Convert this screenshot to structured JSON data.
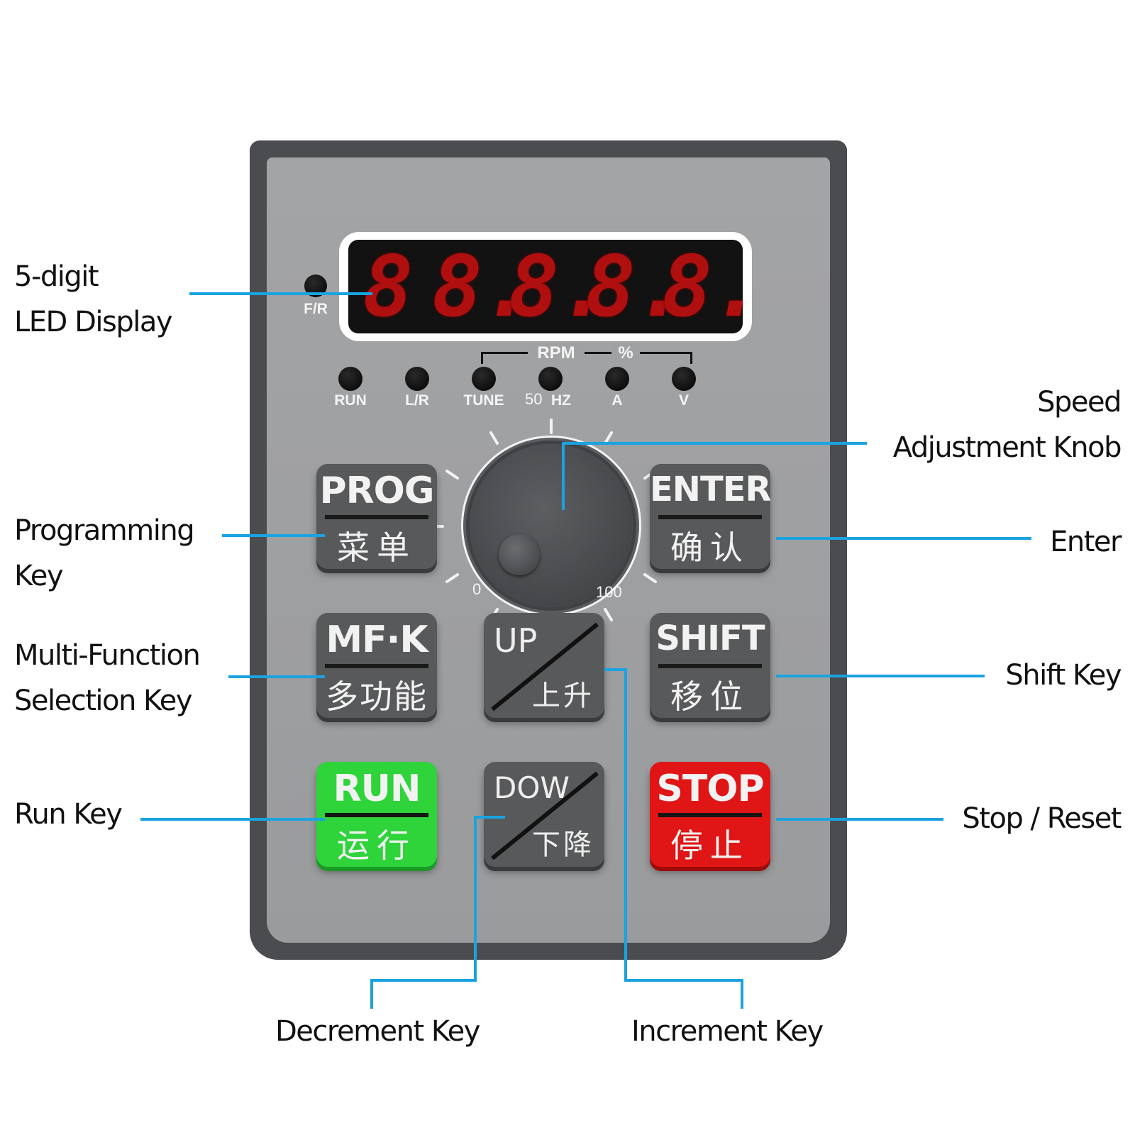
{
  "display": {
    "digits": [
      "8",
      "8.",
      "8.",
      "8.",
      "8."
    ],
    "fr_label": "F/R"
  },
  "indicators": {
    "labels": [
      "RUN",
      "L/R",
      "TUNE",
      "HZ",
      "A",
      "V"
    ],
    "rpm_label": "RPM",
    "percent_label": "%"
  },
  "knob": {
    "scale_min": "0",
    "scale_mid": "50",
    "scale_max": "100"
  },
  "keys": {
    "prog": {
      "top": "PROG",
      "bottom": "菜单"
    },
    "enter": {
      "top": "ENTER",
      "bottom": "确认"
    },
    "mfk": {
      "top": "MF·K",
      "bottom": "多功能"
    },
    "shift": {
      "top": "SHIFT",
      "bottom": "移位"
    },
    "run": {
      "top": "RUN",
      "bottom": "运行"
    },
    "stop": {
      "top": "STOP",
      "bottom": "停止"
    },
    "up": {
      "top": "UP",
      "bottom": "上升"
    },
    "down": {
      "top": "DOW",
      "bottom": "下降"
    }
  },
  "callouts": {
    "led_display": [
      "5-digit",
      "LED Display"
    ],
    "programming_key": [
      "Programming",
      "Key"
    ],
    "multi_function": [
      "Multi-Function",
      "Selection Key"
    ],
    "run_key": "Run Key",
    "speed_knob": [
      "Speed",
      "Adjustment Knob"
    ],
    "enter": "Enter",
    "shift_key": "Shift Key",
    "stop_reset": "Stop / Reset",
    "decrement_key": "Decrement Key",
    "increment_key": "Increment Key"
  },
  "colors": {
    "callout_line": "#1aa3e0",
    "run_key": "#2ed43a",
    "stop_key": "#e01515",
    "led_segment": "#b00f0f"
  }
}
